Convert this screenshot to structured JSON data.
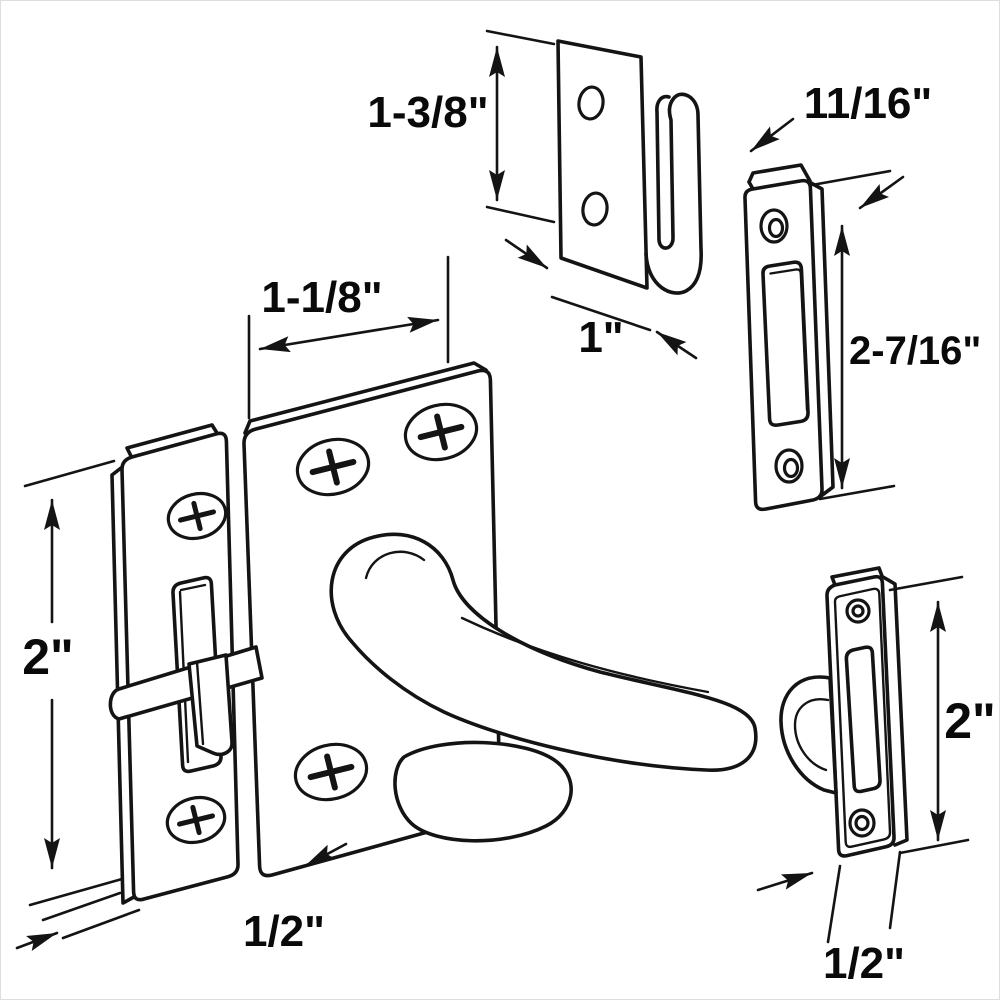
{
  "figure": {
    "type": "technical-line-drawing",
    "background": "#ffffff",
    "line_color": "#141414"
  },
  "parts": {
    "hook_bracket": {
      "height": "1-3/8\"",
      "width": "1\""
    },
    "strike_plate": {
      "width": "11/16\"",
      "height": "2-7/16\""
    },
    "latch_body": {
      "width": "1-1/8\"",
      "height": "2\"",
      "thickness": "1/2\""
    },
    "keeper": {
      "height": "2\"",
      "thickness": "1/2\""
    }
  }
}
